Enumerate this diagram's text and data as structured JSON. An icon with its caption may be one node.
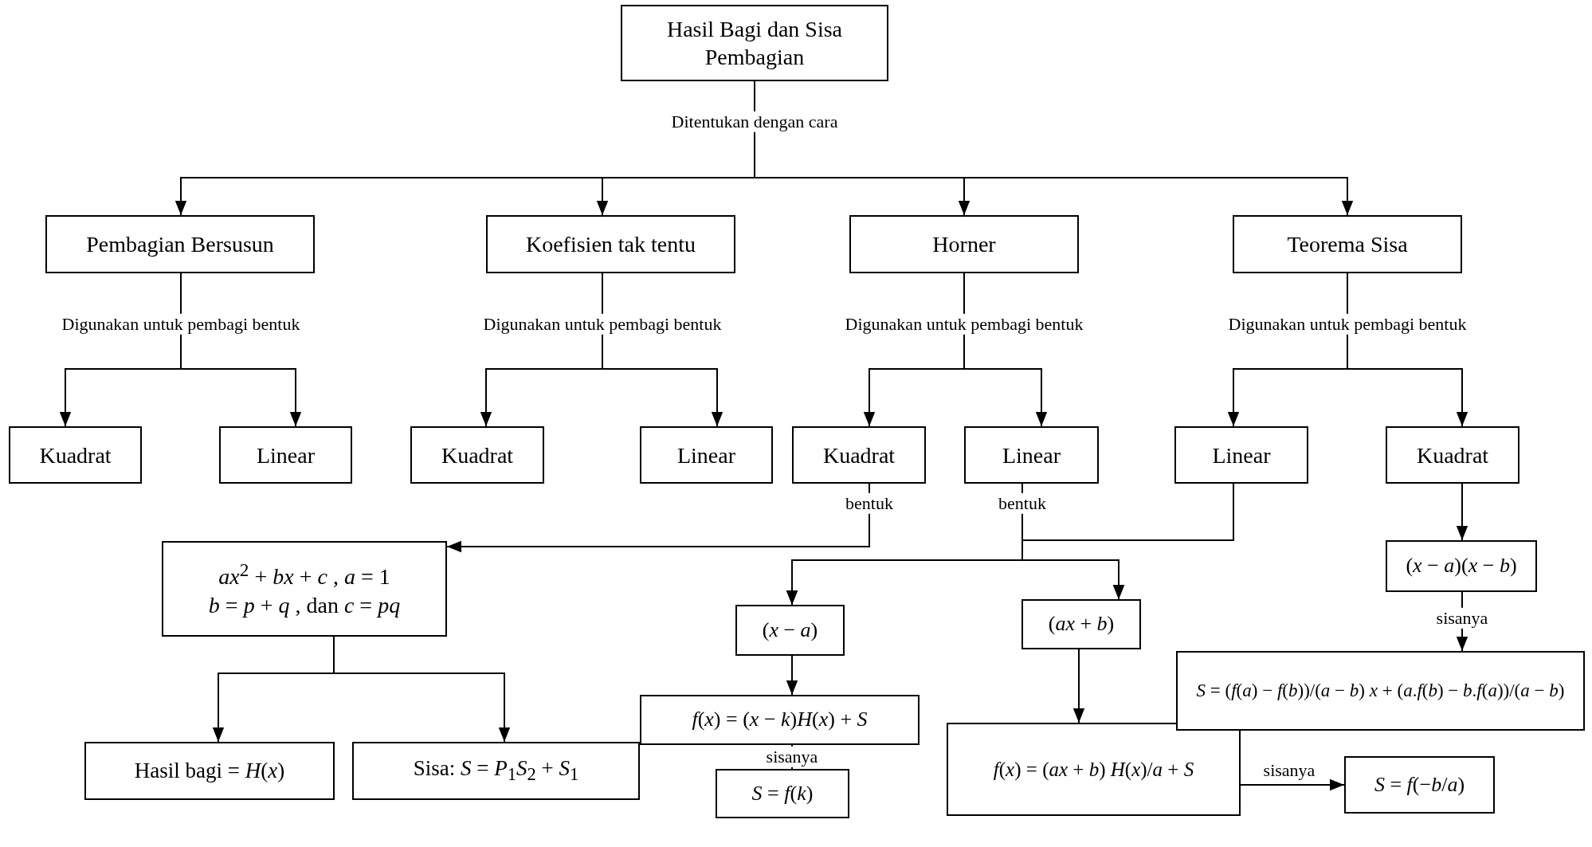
{
  "diagram": {
    "nodes": [
      {
        "text": [
          "Hasil Bagi dan Sisa Pembagian"
        ]
      },
      {
        "text": [
          "Pembagian Bersusun"
        ]
      },
      {
        "text": [
          "Koefisien tak tentu"
        ]
      },
      {
        "text": [
          "Horner"
        ]
      },
      {
        "text": [
          "Teorema Sisa"
        ]
      },
      {
        "text": [
          "Kuadrat"
        ]
      },
      {
        "text": [
          "Linear"
        ]
      },
      {
        "text": [
          "Kuadrat"
        ]
      },
      {
        "text": [
          "Linear"
        ]
      },
      {
        "text": [
          "Kuadrat"
        ]
      },
      {
        "text": [
          "Linear"
        ]
      },
      {
        "text": [
          "Linear"
        ]
      },
      {
        "text": [
          "Kuadrat"
        ]
      },
      {
        "text": [
          "*ax*$^{2}$ + *bx* + *c* , *a* = 1",
          "*b* = *p* + *q* , dan *c* = *pq*"
        ]
      },
      {
        "text": [
          "Hasil bagi = *H*(*x*)"
        ]
      },
      {
        "text": [
          "Sisa: *S* = *P*$_{1}$*S*$_{2}$ + *S*$_{1}$"
        ]
      },
      {
        "text": [
          "(*x* − *a*)"
        ]
      },
      {
        "text": [
          "*f*(*x*) = (*x* − *k*)*H*(*x*) + *S*"
        ]
      },
      {
        "text": [
          "*S* = *f*(*k*)"
        ]
      },
      {
        "text": [
          "(*ax* + *b*)"
        ]
      },
      {
        "text": [
          "*f*(*x*) = (*ax* + *b*) *H*(*x*)/*a* + *S*"
        ]
      },
      {
        "text": [
          "*S* = *f*(−*b*/*a*)"
        ]
      },
      {
        "text": [
          "(*x* − *a*)(*x* − *b*)"
        ]
      },
      {
        "text": [
          "*S* = (*f*(*a*) − *f*(*b*))/(*a* − *b*) *x* + (*a*.*f*(*b*) − *b*.*f*(*a*))/(*a* − *b*)"
        ]
      }
    ],
    "edges": [
      {
        "from": 0,
        "to": 1,
        "arrow": "to",
        "label": "Ditentukan dengan cara"
      },
      {
        "from": 0,
        "to": 2,
        "arrow": "to"
      },
      {
        "from": 0,
        "to": 3,
        "arrow": "to"
      },
      {
        "from": 0,
        "to": 4,
        "arrow": "to"
      },
      {
        "from": 1,
        "to": 5,
        "arrow": "to",
        "label": "Digunakan untuk pembagi bentuk"
      },
      {
        "from": 1,
        "to": 6,
        "arrow": "to"
      },
      {
        "from": 2,
        "to": 7,
        "arrow": "to",
        "label": "Digunakan untuk pembagi bentuk"
      },
      {
        "from": 2,
        "to": 8,
        "arrow": "to"
      },
      {
        "from": 3,
        "to": 9,
        "arrow": "to",
        "label": "Digunakan untuk pembagi bentuk"
      },
      {
        "from": 3,
        "to": 10,
        "arrow": "to"
      },
      {
        "from": 4,
        "to": 11,
        "arrow": "to",
        "label": "Digunakan untuk pembagi bentuk"
      },
      {
        "from": 4,
        "to": 12,
        "arrow": "to"
      },
      {
        "from": 9,
        "to": 13,
        "arrow": "to",
        "label": "bentuk"
      },
      {
        "from": 10,
        "to": 16,
        "arrow": "to",
        "label": "bentuk"
      },
      {
        "from": 10,
        "to": 19,
        "arrow": "to"
      },
      {
        "from": 11,
        "to": 16,
        "arrow": "to"
      },
      {
        "from": 11,
        "to": 19,
        "arrow": "to"
      },
      {
        "from": 12,
        "to": 22,
        "arrow": "to"
      },
      {
        "from": 22,
        "to": 23,
        "arrow": "to",
        "label": "sisanya"
      },
      {
        "from": 13,
        "to": 14,
        "arrow": "to"
      },
      {
        "from": 13,
        "to": 15,
        "arrow": "to"
      },
      {
        "from": 16,
        "to": 17,
        "arrow": "to"
      },
      {
        "from": 17,
        "to": 18,
        "arrow": "to",
        "label": "sisanya"
      },
      {
        "from": 19,
        "to": 20,
        "arrow": "to"
      },
      {
        "from": 20,
        "to": 21,
        "arrow": "to",
        "label": "sisanya"
      }
    ]
  }
}
